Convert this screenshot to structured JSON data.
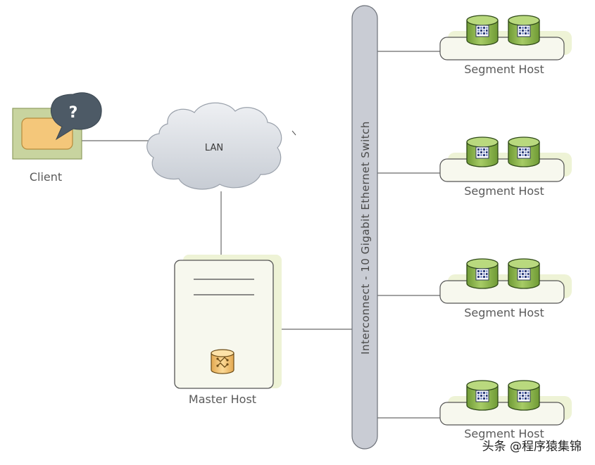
{
  "client": {
    "label": "Client",
    "bubble_text": "?",
    "icon": "client-monitor-icon"
  },
  "lan": {
    "label": "LAN",
    "icon": "cloud-icon"
  },
  "master": {
    "label": "Master Host",
    "icon": "database-icon"
  },
  "switch": {
    "label": "Interconnect - 10 Gigabit Ethernet Switch"
  },
  "segments": [
    {
      "label": "Segment Host"
    },
    {
      "label": "Segment Host"
    },
    {
      "label": "Segment Host"
    },
    {
      "label": "Segment Host"
    }
  ],
  "watermark": "头条 @程序猿集锦",
  "colors": {
    "segment_green": "#8fb84e",
    "switch_gray": "#c9ccd4",
    "bubble_dark": "#4d5a66",
    "client_green": "#c3d09a",
    "master_fill": "#f7f8ee"
  }
}
